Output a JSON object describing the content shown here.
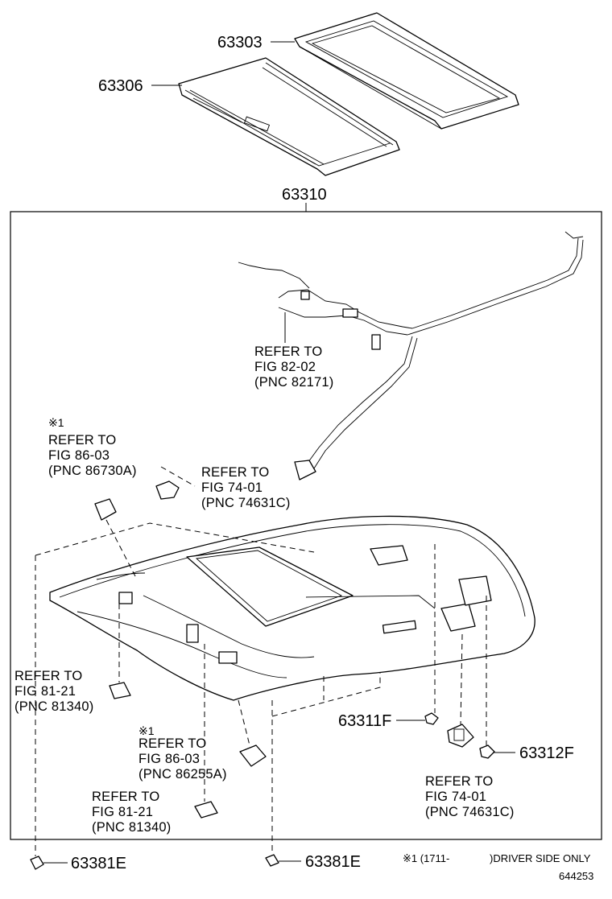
{
  "parts": {
    "p63303": "63303",
    "p63306": "63306",
    "p63310": "63310",
    "p63311F": "63311F",
    "p63312F": "63312F",
    "p63381E_left": "63381E",
    "p63381E_right": "63381E"
  },
  "refs": {
    "harness": [
      "REFER TO",
      "FIG 82-02",
      "(PNC 82171)"
    ],
    "map_light": [
      "※1",
      "REFER TO",
      "FIG 86-03",
      "(PNC 86730A)"
    ],
    "visor_holder_top": [
      "REFER TO",
      "FIG 74-01",
      "(PNC 74631C)"
    ],
    "assist_left": [
      "REFER TO",
      "FIG 81-21",
      "(PNC 81340)"
    ],
    "room_light": [
      "※1",
      "REFER TO",
      "FIG 86-03",
      "(PNC 86255A)"
    ],
    "assist_bottom": [
      "REFER TO",
      "FIG 81-21",
      "(PNC 81340)"
    ],
    "visor_holder_right": [
      "REFER TO",
      "FIG 74-01",
      "(PNC 74631C)"
    ]
  },
  "footnote": {
    "mark": "※1 (1711-",
    "text": ")DRIVER SIDE ONLY"
  },
  "diagram_id": "644253"
}
